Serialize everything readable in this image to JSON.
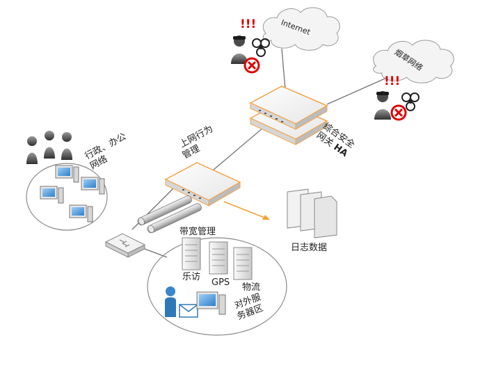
{
  "clouds": {
    "internet": "Internet",
    "tobacco_net": "烟草网络"
  },
  "alerts": {
    "internet_alert": "!!!",
    "tobacco_alert": "!!!"
  },
  "nodes": {
    "gateway_label_line1": "综合安全",
    "gateway_label_line2": "网关",
    "gateway_label_ha": "HA",
    "behavior_mgmt_line1": "上网行为",
    "behavior_mgmt_line2": "管理",
    "office_net_line1": "行政、办公",
    "office_net_line2": "网络",
    "bandwidth_mgmt": "带宽管理",
    "log_data": "日志数据",
    "server_lefang": "乐访",
    "server_gps": "GPS",
    "server_logistics": "物流",
    "server_zone_line1": "对外服",
    "server_zone_line2": "务器区"
  },
  "icons": {
    "hacker": "hacker-icon",
    "biohazard": "biohazard-icon",
    "blocked": "blocked-icon",
    "firewall": "firewall-appliance-icon",
    "switch": "switch-icon",
    "computer": "computer-icon",
    "server": "server-icon",
    "document": "document-icon",
    "user": "user-icon",
    "mail": "mail-icon"
  },
  "colors": {
    "device_outline": "#f3a34a",
    "arrow": "#f0a030",
    "block": "#e00000",
    "line": "#666666"
  }
}
